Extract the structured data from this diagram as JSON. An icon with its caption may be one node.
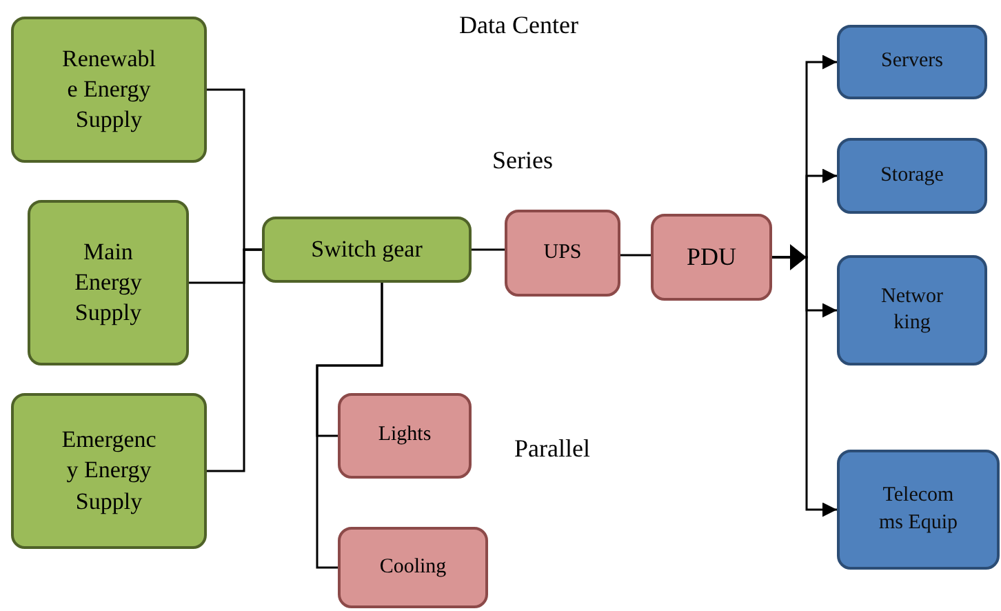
{
  "diagram": {
    "title": "Data Center",
    "nodes": [
      {
        "text": [
          "Renewabl e Energy Supply"
        ]
      },
      {
        "text": [
          "Main Energy Supply"
        ]
      },
      {
        "text": [
          "Emergenc y Energy Supply"
        ]
      },
      {
        "text": [
          "Switch gear"
        ]
      },
      {
        "text": [
          "UPS"
        ]
      },
      {
        "text": [
          "PDU"
        ]
      },
      {
        "text": [
          "Lights"
        ]
      },
      {
        "text": [
          "Cooling"
        ]
      },
      {
        "text": [
          "Servers"
        ]
      },
      {
        "text": [
          "Storage"
        ]
      },
      {
        "text": [
          "Networ king"
        ]
      },
      {
        "text": [
          "Telecom ms Equip"
        ]
      }
    ],
    "edges": [
      {
        "from": 0,
        "to": 3,
        "arrow": "none"
      },
      {
        "from": 1,
        "to": 3,
        "arrow": "none"
      },
      {
        "from": 2,
        "to": 3,
        "arrow": "none"
      },
      {
        "from": 3,
        "to": 4,
        "arrow": "none"
      },
      {
        "from": 4,
        "to": 5,
        "arrow": "none"
      },
      {
        "from": 5,
        "to": 8,
        "arrow": "to"
      },
      {
        "from": 5,
        "to": 9,
        "arrow": "to"
      },
      {
        "from": 5,
        "to": 10,
        "arrow": "to"
      },
      {
        "from": 5,
        "to": 11,
        "arrow": "to"
      },
      {
        "from": 3,
        "to": 6,
        "arrow": "none"
      },
      {
        "from": 3,
        "to": 7,
        "arrow": "none"
      }
    ],
    "labels": [
      "Series",
      "Parallel"
    ]
  }
}
